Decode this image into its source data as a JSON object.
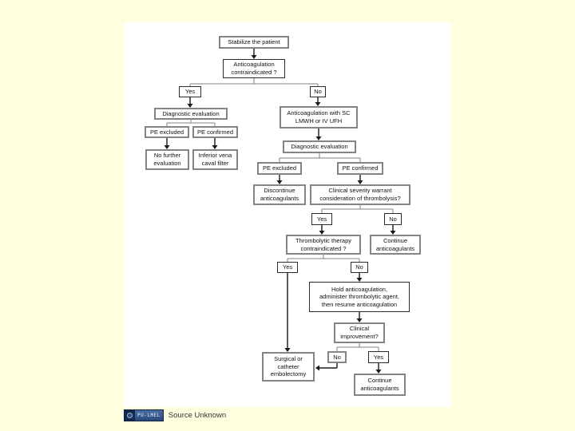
{
  "slide": {
    "background_color": "#FFFFE0",
    "panel_color": "#FFFFFF",
    "box_border_gray": "#848484",
    "box_border_dark": "#2B2B2B"
  },
  "footer": {
    "badge_text": "PU-LMEL",
    "source_label": "Source Unknown"
  },
  "flowchart": {
    "nodes": [
      {
        "id": "stabilize",
        "label": "Stabilize the patient"
      },
      {
        "id": "anticoag_q",
        "label": "Anticoagulation\ncontraindicated ?"
      },
      {
        "id": "yes1",
        "label": "Yes"
      },
      {
        "id": "no1",
        "label": "No"
      },
      {
        "id": "diag_left",
        "label": "Diagnostic evaluation"
      },
      {
        "id": "anticoag_tx",
        "label": "Anticoagulation with SC\nLMWH or IV UFH"
      },
      {
        "id": "pe_excl_l",
        "label": "PE excluded"
      },
      {
        "id": "pe_conf_l",
        "label": "PE confirmed"
      },
      {
        "id": "no_further",
        "label": "No further\nevaluation"
      },
      {
        "id": "ivc_filter",
        "label": "Inferior vena\ncaval filter"
      },
      {
        "id": "diag_right",
        "label": "Diagnostic evaluation"
      },
      {
        "id": "pe_excl_r",
        "label": "PE excluded"
      },
      {
        "id": "pe_conf_r",
        "label": "PE confirmed"
      },
      {
        "id": "discontinue",
        "label": "Discontinue\nanticoagulants"
      },
      {
        "id": "severity_q",
        "label": "Clinical severity warrant\nconsideration of thrombolysis?"
      },
      {
        "id": "yes2",
        "label": "Yes"
      },
      {
        "id": "no2",
        "label": "No"
      },
      {
        "id": "thrombo_q",
        "label": "Thrombolytic therapy\ncontraindicated ?"
      },
      {
        "id": "cont_mid",
        "label": "Continue\nanticoagulants"
      },
      {
        "id": "yes3",
        "label": "Yes"
      },
      {
        "id": "no3",
        "label": "No"
      },
      {
        "id": "hold",
        "label": "Hold anticoagulation,\nadminister thrombolytic agent,\nthen resume anticoagulation"
      },
      {
        "id": "clin_improve",
        "label": "Clinical\nimprovement?"
      },
      {
        "id": "no4",
        "label": "No"
      },
      {
        "id": "yes4",
        "label": "Yes"
      },
      {
        "id": "surgical",
        "label": "Surgical or\ncatheter\nembolectomy"
      },
      {
        "id": "cont_bot",
        "label": "Continue\nanticoagulants"
      }
    ],
    "edges": [
      {
        "from": "stabilize",
        "to": "anticoag_q"
      },
      {
        "from": "anticoag_q",
        "to": "yes1"
      },
      {
        "from": "anticoag_q",
        "to": "no1"
      },
      {
        "from": "yes1",
        "to": "diag_left"
      },
      {
        "from": "no1",
        "to": "anticoag_tx"
      },
      {
        "from": "diag_left",
        "to": "pe_excl_l"
      },
      {
        "from": "diag_left",
        "to": "pe_conf_l"
      },
      {
        "from": "pe_excl_l",
        "to": "no_further"
      },
      {
        "from": "pe_conf_l",
        "to": "ivc_filter"
      },
      {
        "from": "anticoag_tx",
        "to": "diag_right"
      },
      {
        "from": "diag_right",
        "to": "pe_excl_r"
      },
      {
        "from": "diag_right",
        "to": "pe_conf_r"
      },
      {
        "from": "pe_excl_r",
        "to": "discontinue"
      },
      {
        "from": "pe_conf_r",
        "to": "severity_q"
      },
      {
        "from": "severity_q",
        "to": "yes2"
      },
      {
        "from": "severity_q",
        "to": "no2"
      },
      {
        "from": "yes2",
        "to": "thrombo_q"
      },
      {
        "from": "no2",
        "to": "cont_mid"
      },
      {
        "from": "thrombo_q",
        "to": "yes3"
      },
      {
        "from": "thrombo_q",
        "to": "no3"
      },
      {
        "from": "yes3",
        "to": "surgical"
      },
      {
        "from": "no3",
        "to": "hold"
      },
      {
        "from": "hold",
        "to": "clin_improve"
      },
      {
        "from": "clin_improve",
        "to": "no4"
      },
      {
        "from": "clin_improve",
        "to": "yes4"
      },
      {
        "from": "no4",
        "to": "surgical"
      },
      {
        "from": "yes4",
        "to": "cont_bot"
      }
    ]
  }
}
